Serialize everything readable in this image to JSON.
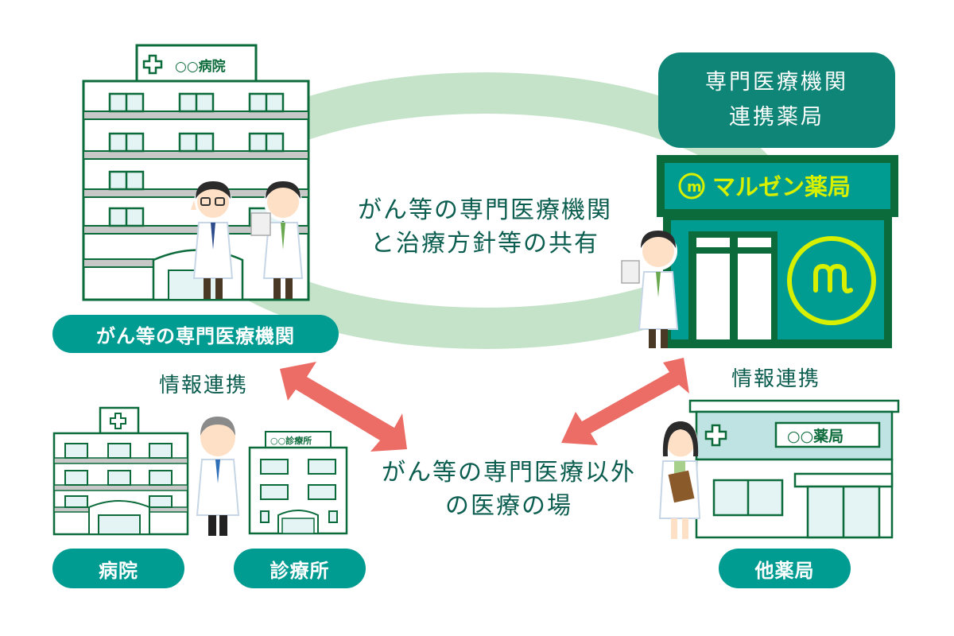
{
  "colors": {
    "teal": "#009b91",
    "dark_teal": "#0f8577",
    "dark_green": "#0b6b3a",
    "text_green": "#0b5d4f",
    "light_green_ring": "#c5e3c9",
    "arrow_red": "#ec6d66",
    "logo_yellow": "#d7f000",
    "window_fill": "#e4f3f3",
    "floor_gray": "#c8c8c8"
  },
  "top_left": {
    "building_sign": "○○病院",
    "label": "がん等の専門医療機関",
    "figures": [
      "doctor-with-glasses",
      "pharmacist-holding-medicine"
    ]
  },
  "top_right": {
    "title_line1": "専門医療機関",
    "title_line2": "連携薬局",
    "store_sign": "マルゼン薬局",
    "logo_letter": "m",
    "figures": [
      "pharmacist-holding-medicine"
    ]
  },
  "center_top": {
    "line1": "がん等の専門医療機関",
    "line2": "と治療方針等の共有"
  },
  "left_link_label": "情報連携",
  "right_link_label": "情報連携",
  "center_bottom": {
    "line1": "がん等の専門医療以外",
    "line2": "の医療の場"
  },
  "bottom_left": {
    "hospital_label": "病院",
    "clinic_sign": "○○診療所",
    "clinic_label": "診療所",
    "figures": [
      "senior-doctor"
    ]
  },
  "bottom_right": {
    "pharmacy_sign": "○○薬局",
    "label": "他薬局",
    "figures": [
      "female-pharmacist-with-clipboard"
    ]
  }
}
